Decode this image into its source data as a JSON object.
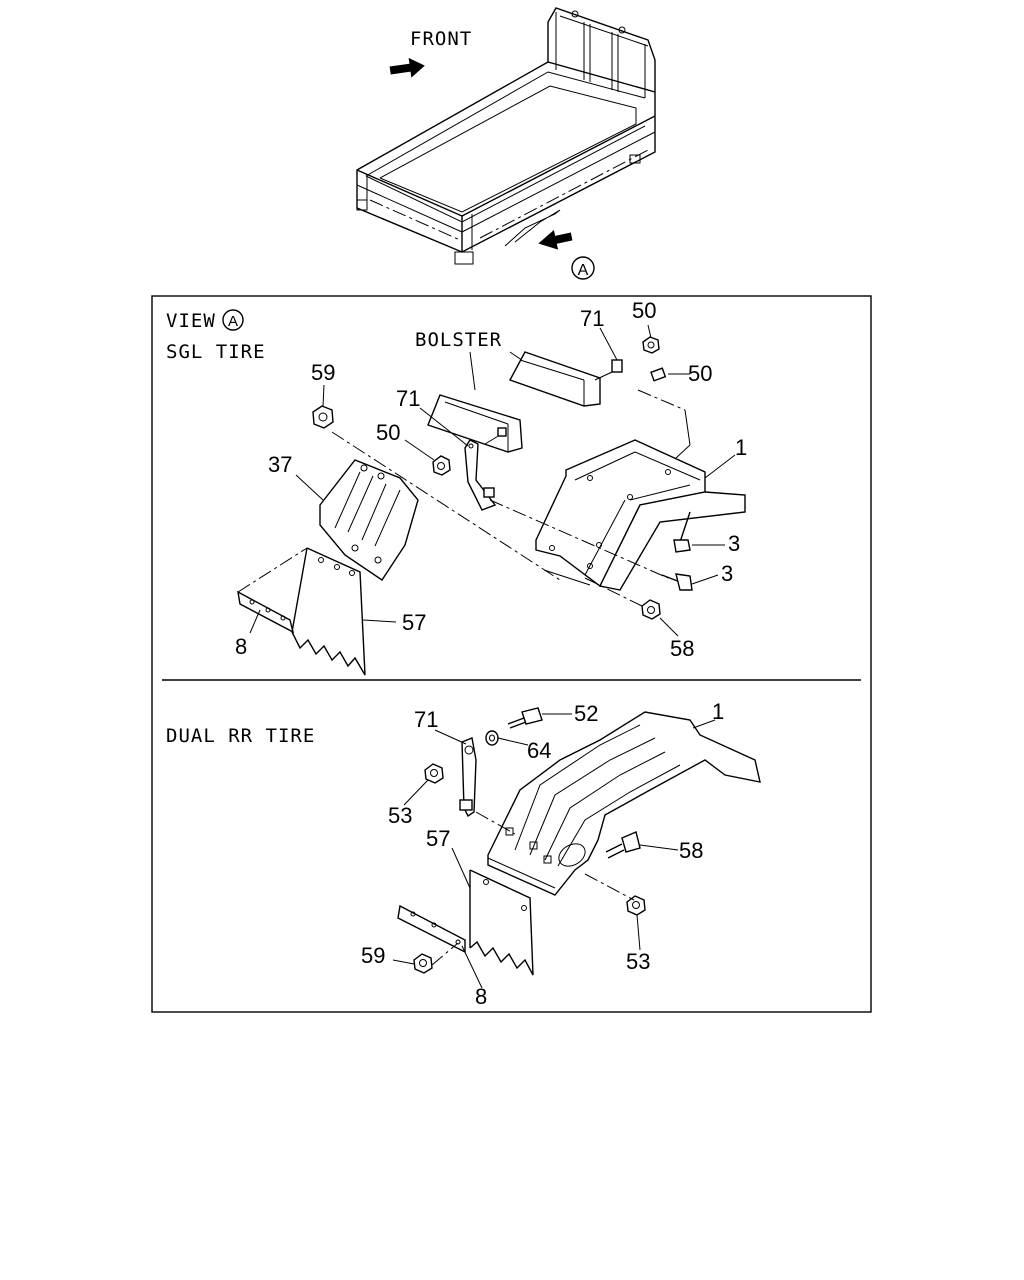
{
  "overview": {
    "front_label": "FRONT",
    "view_marker": "A"
  },
  "panel_sgl": {
    "view_label": "VIEW",
    "view_marker": "A",
    "subtitle": "SGL TIRE",
    "bolster_label": "BOLSTER",
    "callouts": {
      "c71a": "71",
      "c50a": "50",
      "c50b": "50",
      "c59": "59",
      "c71b": "71",
      "c50c": "50",
      "c1": "1",
      "c37": "37",
      "c3a": "3",
      "c3b": "3",
      "c57": "57",
      "c8": "8",
      "c58": "58"
    }
  },
  "panel_dual": {
    "subtitle": "DUAL RR TIRE",
    "callouts": {
      "c71": "71",
      "c52": "52",
      "c1": "1",
      "c64": "64",
      "c53a": "53",
      "c57": "57",
      "c58": "58",
      "c59": "59",
      "c53b": "53",
      "c8": "8"
    }
  }
}
